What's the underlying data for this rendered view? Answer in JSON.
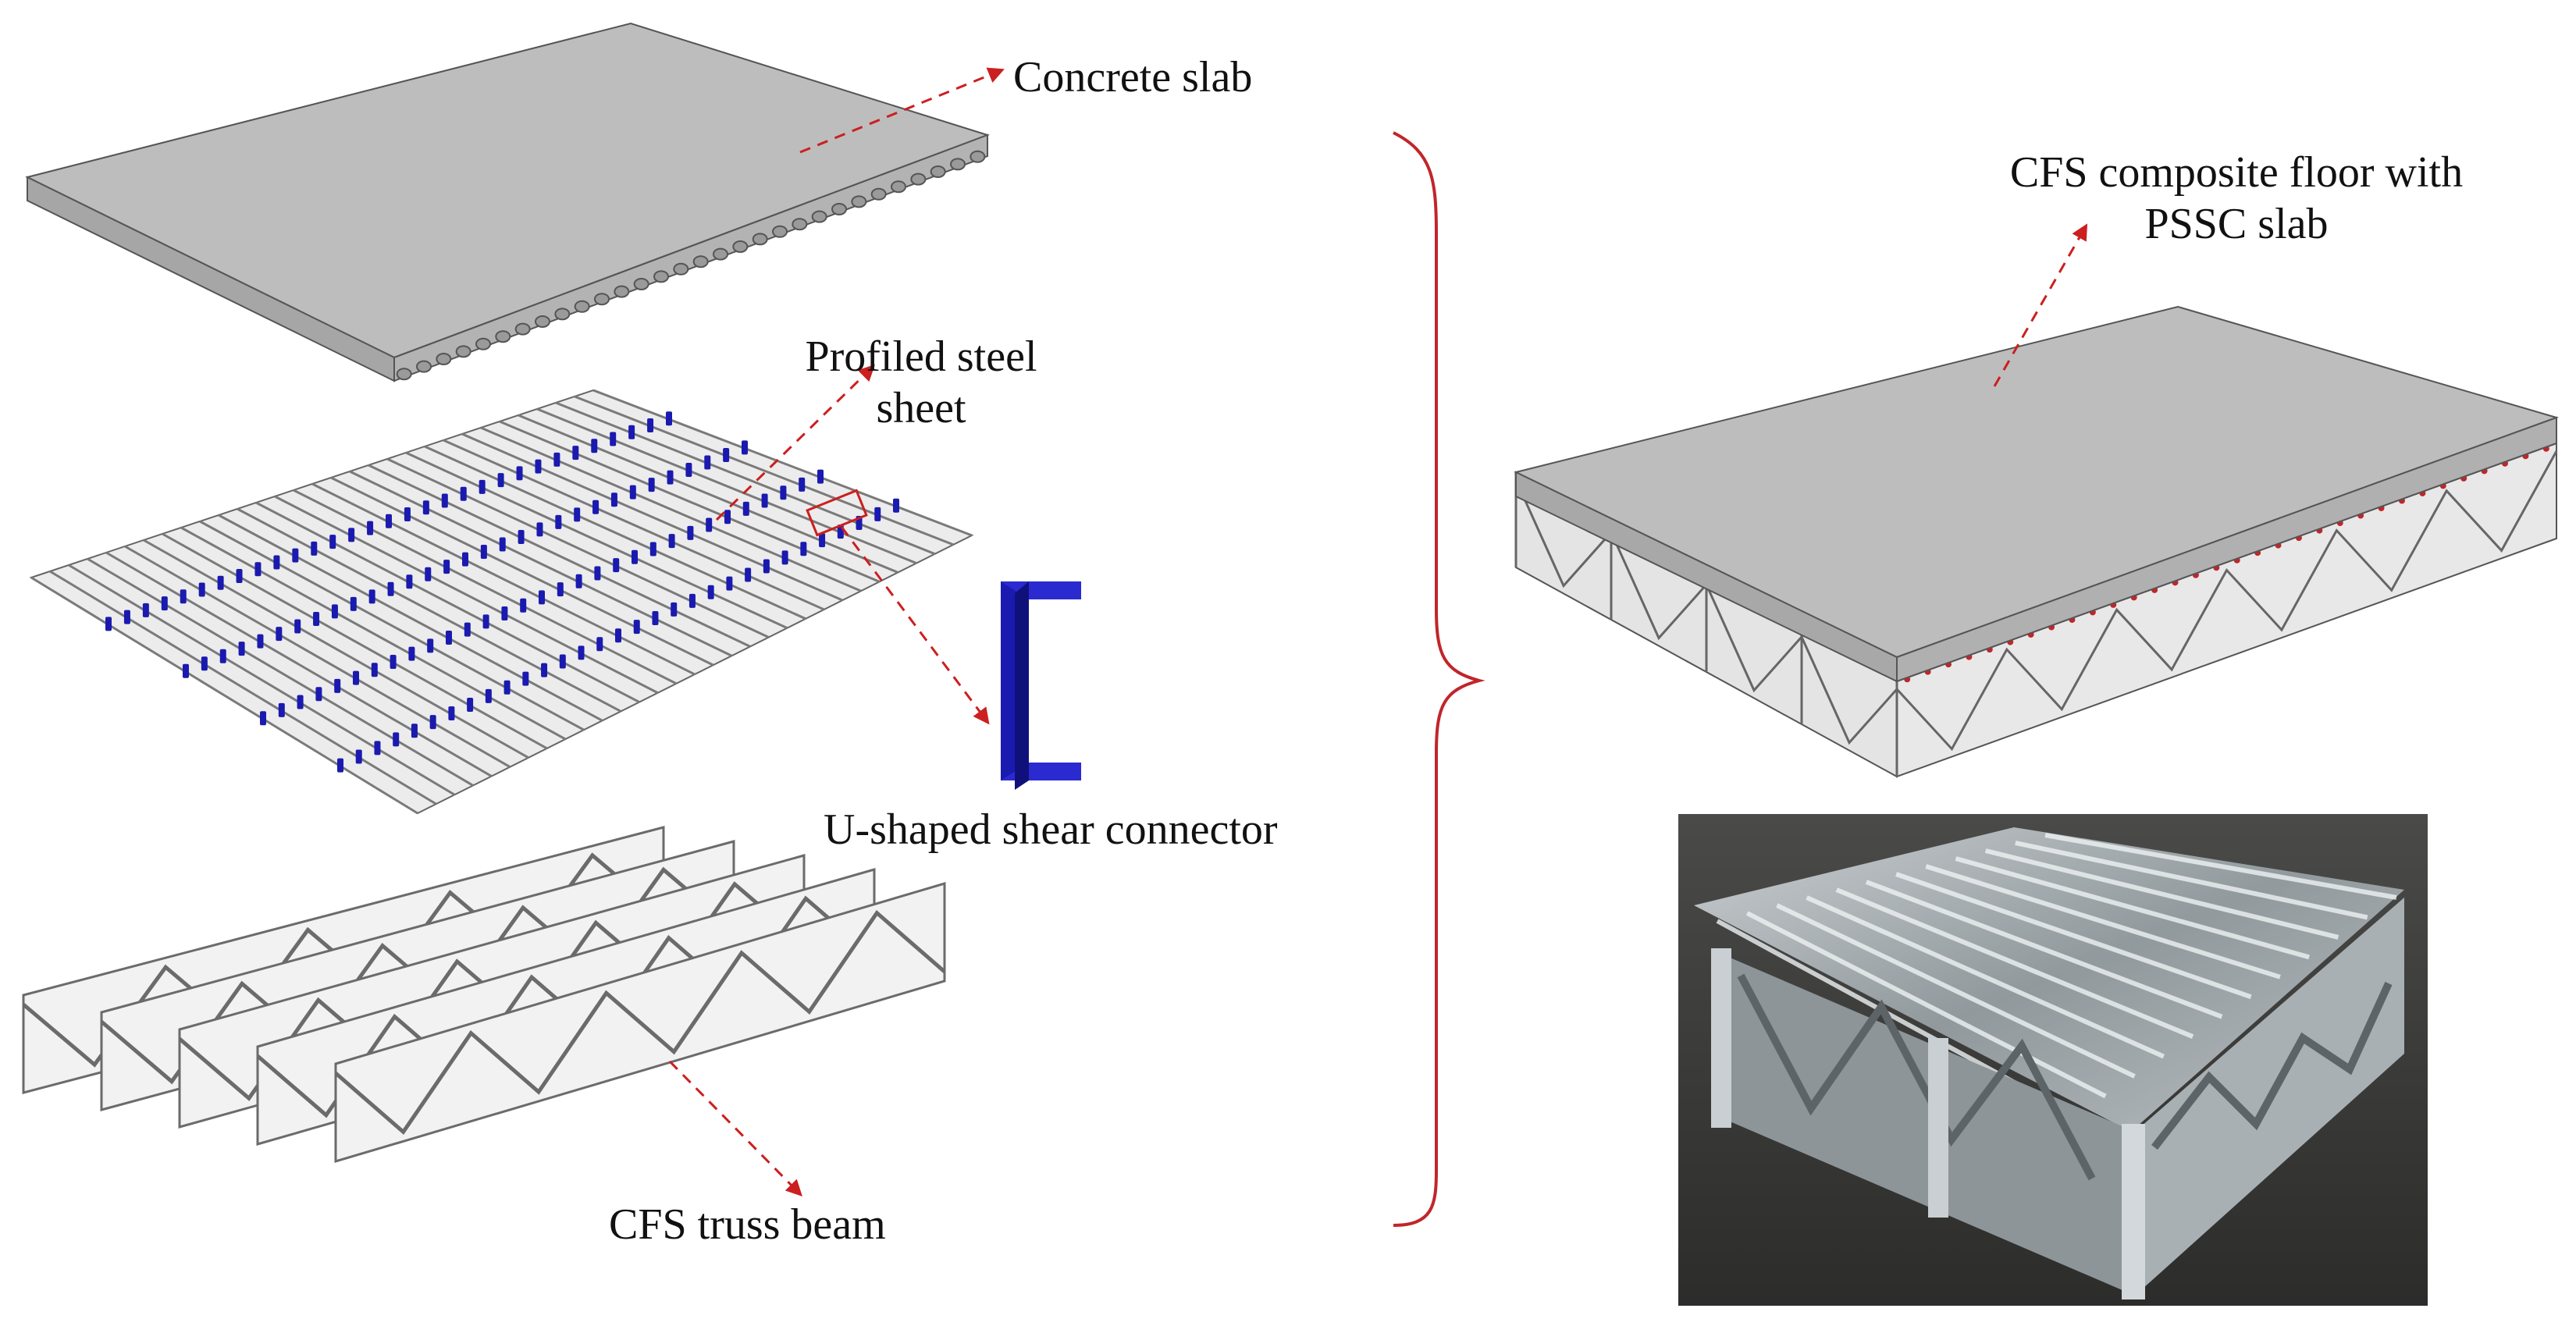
{
  "labels": {
    "concrete_slab": "Concrete slab",
    "profiled_steel_sheet": [
      "Profiled steel",
      "sheet"
    ],
    "u_shaped_connector": "U-shaped shear connector",
    "cfs_truss_beam": "CFS truss beam",
    "composite_floor": [
      "CFS composite floor with",
      "PSSC slab"
    ]
  },
  "colors": {
    "arrow": "#cc1f1f",
    "brace": "#c0262a",
    "slab_top": "#bdbdbd",
    "slab_side": "#a6a6a6",
    "steel": "#e6e6e6",
    "steel_line": "#6b6b6b",
    "connector": "#1a1ab0",
    "photo_bg": "#3d3d3d"
  },
  "icons": [
    "concrete-slab-drawing",
    "profiled-steel-sheet-drawing",
    "u-connector-drawing",
    "truss-frame-drawing",
    "assembled-floor-drawing",
    "specimen-photo"
  ]
}
